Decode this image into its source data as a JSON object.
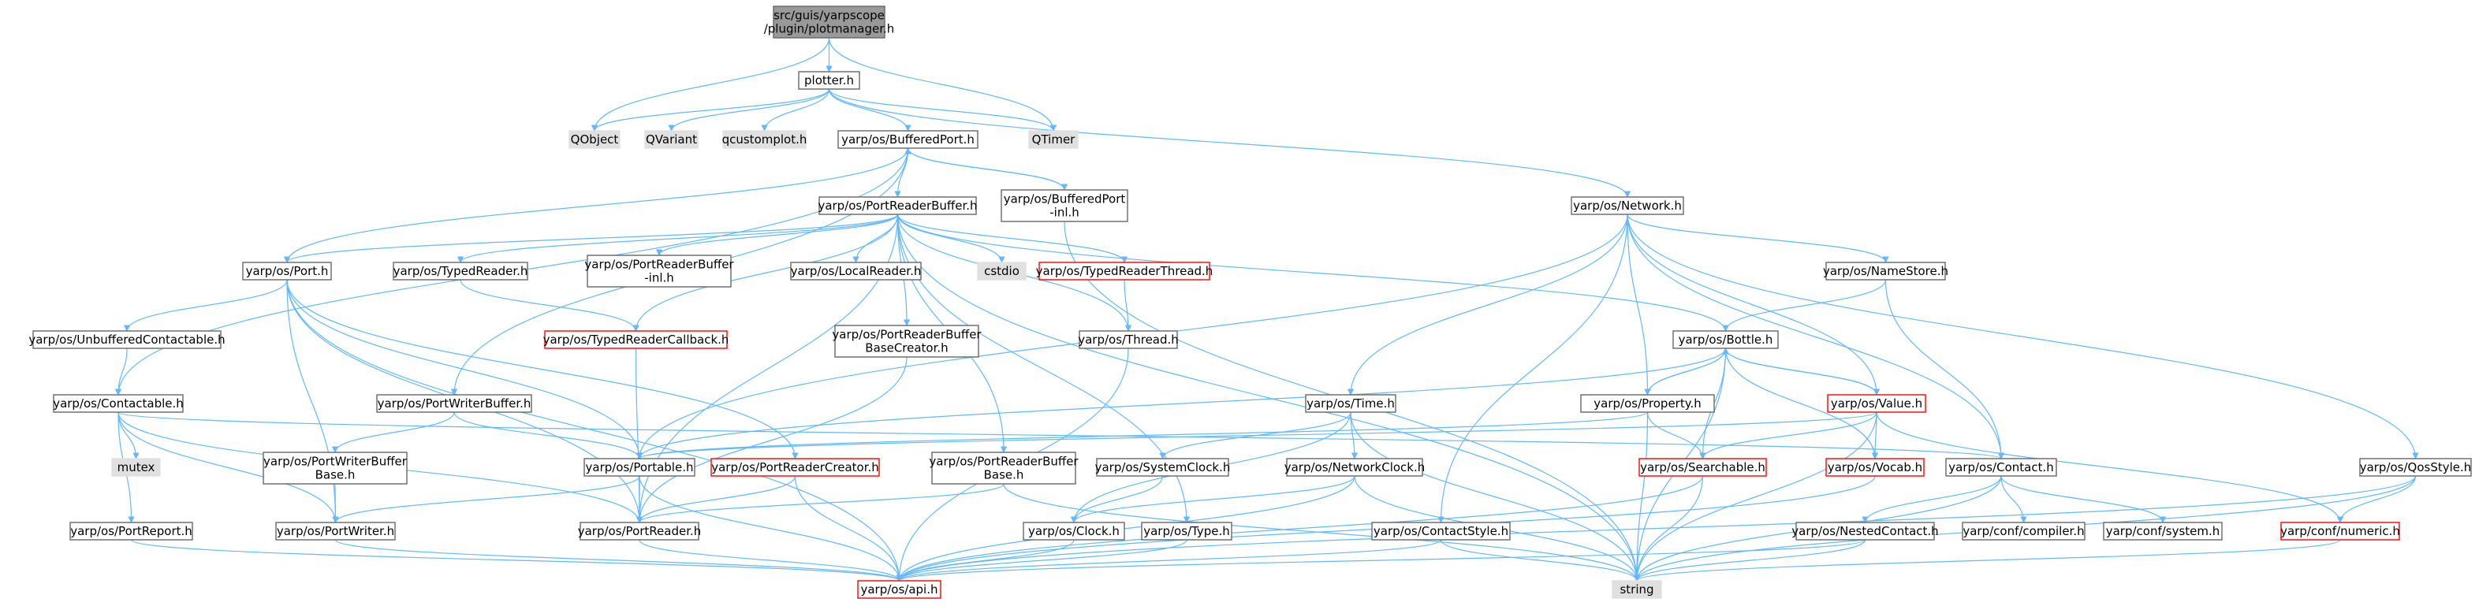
{
  "graph": {
    "colors": {
      "edge": "#63b8ff",
      "node_border": "#666666",
      "node_fill": "#ffffff",
      "focus_fill": "#999999",
      "focus_border": "#666666",
      "external_fill": "#e0e0e0",
      "external_border": "#e0e0e0",
      "truncated_border": "#ff0000"
    },
    "nodes": [
      {
        "id": "plotmanager",
        "lines": [
          "src/guis/yarpscope",
          "/plugin/plotmanager.h"
        ],
        "kind": "focus"
      },
      {
        "id": "plotter",
        "lines": [
          "plotter.h"
        ],
        "kind": "normal"
      },
      {
        "id": "qobject",
        "lines": [
          "QObject"
        ],
        "kind": "external"
      },
      {
        "id": "qvariant",
        "lines": [
          "QVariant"
        ],
        "kind": "external"
      },
      {
        "id": "qcustomplot",
        "lines": [
          "qcustomplot.h"
        ],
        "kind": "external"
      },
      {
        "id": "qtimer",
        "lines": [
          "QTimer"
        ],
        "kind": "external"
      },
      {
        "id": "bufferedport",
        "lines": [
          "yarp/os/BufferedPort.h"
        ],
        "kind": "normal"
      },
      {
        "id": "network",
        "lines": [
          "yarp/os/Network.h"
        ],
        "kind": "normal"
      },
      {
        "id": "portreaderbuffer",
        "lines": [
          "yarp/os/PortReaderBuffer.h"
        ],
        "kind": "normal"
      },
      {
        "id": "bufferedportinl",
        "lines": [
          "yarp/os/BufferedPort",
          "-inl.h"
        ],
        "kind": "normal"
      },
      {
        "id": "port",
        "lines": [
          "yarp/os/Port.h"
        ],
        "kind": "normal"
      },
      {
        "id": "typedreader",
        "lines": [
          "yarp/os/TypedReader.h"
        ],
        "kind": "normal"
      },
      {
        "id": "prbinl",
        "lines": [
          "yarp/os/PortReaderBuffer",
          "-inl.h"
        ],
        "kind": "normal"
      },
      {
        "id": "localreader",
        "lines": [
          "yarp/os/LocalReader.h"
        ],
        "kind": "normal"
      },
      {
        "id": "cstdio",
        "lines": [
          "cstdio"
        ],
        "kind": "external"
      },
      {
        "id": "typedreaderthread",
        "lines": [
          "yarp/os/TypedReaderThread.h"
        ],
        "kind": "truncated"
      },
      {
        "id": "namestore",
        "lines": [
          "yarp/os/NameStore.h"
        ],
        "kind": "normal"
      },
      {
        "id": "unbuffered",
        "lines": [
          "yarp/os/UnbufferedContactable.h"
        ],
        "kind": "normal"
      },
      {
        "id": "typedreadercallback",
        "lines": [
          "yarp/os/TypedReaderCallback.h"
        ],
        "kind": "truncated"
      },
      {
        "id": "prbcreator",
        "lines": [
          "yarp/os/PortReaderBuffer",
          "BaseCreator.h"
        ],
        "kind": "normal"
      },
      {
        "id": "thread",
        "lines": [
          "yarp/os/Thread.h"
        ],
        "kind": "normal"
      },
      {
        "id": "bottle",
        "lines": [
          "yarp/os/Bottle.h"
        ],
        "kind": "normal"
      },
      {
        "id": "contactable",
        "lines": [
          "yarp/os/Contactable.h"
        ],
        "kind": "normal"
      },
      {
        "id": "portwriterbuffer",
        "lines": [
          "yarp/os/PortWriterBuffer.h"
        ],
        "kind": "normal"
      },
      {
        "id": "time",
        "lines": [
          "yarp/os/Time.h"
        ],
        "kind": "normal"
      },
      {
        "id": "property",
        "lines": [
          "yarp/os/Property.h"
        ],
        "kind": "normal"
      },
      {
        "id": "value",
        "lines": [
          "yarp/os/Value.h"
        ],
        "kind": "truncated"
      },
      {
        "id": "mutex",
        "lines": [
          "mutex"
        ],
        "kind": "external"
      },
      {
        "id": "pwbbase",
        "lines": [
          "yarp/os/PortWriterBuffer",
          "Base.h"
        ],
        "kind": "normal"
      },
      {
        "id": "portable",
        "lines": [
          "yarp/os/Portable.h"
        ],
        "kind": "normal"
      },
      {
        "id": "portreadercreator",
        "lines": [
          "yarp/os/PortReaderCreator.h"
        ],
        "kind": "truncated"
      },
      {
        "id": "prbbase",
        "lines": [
          "yarp/os/PortReaderBuffer",
          "Base.h"
        ],
        "kind": "normal"
      },
      {
        "id": "systemclock",
        "lines": [
          "yarp/os/SystemClock.h"
        ],
        "kind": "normal"
      },
      {
        "id": "networkclock",
        "lines": [
          "yarp/os/NetworkClock.h"
        ],
        "kind": "normal"
      },
      {
        "id": "searchable",
        "lines": [
          "yarp/os/Searchable.h"
        ],
        "kind": "truncated"
      },
      {
        "id": "vocab",
        "lines": [
          "yarp/os/Vocab.h"
        ],
        "kind": "truncated"
      },
      {
        "id": "contact",
        "lines": [
          "yarp/os/Contact.h"
        ],
        "kind": "normal"
      },
      {
        "id": "qosstyle",
        "lines": [
          "yarp/os/QosStyle.h"
        ],
        "kind": "normal"
      },
      {
        "id": "portreport",
        "lines": [
          "yarp/os/PortReport.h"
        ],
        "kind": "normal"
      },
      {
        "id": "portwriter",
        "lines": [
          "yarp/os/PortWriter.h"
        ],
        "kind": "normal"
      },
      {
        "id": "portreader",
        "lines": [
          "yarp/os/PortReader.h"
        ],
        "kind": "normal"
      },
      {
        "id": "clock",
        "lines": [
          "yarp/os/Clock.h"
        ],
        "kind": "normal"
      },
      {
        "id": "type",
        "lines": [
          "yarp/os/Type.h"
        ],
        "kind": "normal"
      },
      {
        "id": "contactstyle",
        "lines": [
          "yarp/os/ContactStyle.h"
        ],
        "kind": "normal"
      },
      {
        "id": "nestedcontact",
        "lines": [
          "yarp/os/NestedContact.h"
        ],
        "kind": "normal"
      },
      {
        "id": "compiler",
        "lines": [
          "yarp/conf/compiler.h"
        ],
        "kind": "normal"
      },
      {
        "id": "system",
        "lines": [
          "yarp/conf/system.h"
        ],
        "kind": "normal"
      },
      {
        "id": "numeric",
        "lines": [
          "yarp/conf/numeric.h"
        ],
        "kind": "truncated"
      },
      {
        "id": "api",
        "lines": [
          "yarp/os/api.h"
        ],
        "kind": "truncated"
      },
      {
        "id": "string",
        "lines": [
          "string"
        ],
        "kind": "external"
      }
    ],
    "edges": [
      [
        "plotmanager",
        "plotter"
      ],
      [
        "plotmanager",
        "qobject"
      ],
      [
        "plotmanager",
        "qtimer"
      ],
      [
        "plotter",
        "qobject"
      ],
      [
        "plotter",
        "qvariant"
      ],
      [
        "plotter",
        "qcustomplot"
      ],
      [
        "plotter",
        "qtimer"
      ],
      [
        "plotter",
        "bufferedport"
      ],
      [
        "plotter",
        "network"
      ],
      [
        "bufferedport",
        "portreaderbuffer"
      ],
      [
        "bufferedport",
        "bufferedportinl"
      ],
      [
        "bufferedport",
        "port"
      ],
      [
        "bufferedport",
        "contactable"
      ],
      [
        "bufferedport",
        "portwriterbuffer"
      ],
      [
        "bufferedportinl",
        "bufferedport"
      ],
      [
        "bufferedportinl",
        "string"
      ],
      [
        "portreaderbuffer",
        "port"
      ],
      [
        "portreaderbuffer",
        "typedreader"
      ],
      [
        "portreaderbuffer",
        "prbinl"
      ],
      [
        "portreaderbuffer",
        "localreader"
      ],
      [
        "portreaderbuffer",
        "cstdio"
      ],
      [
        "portreaderbuffer",
        "typedreaderthread"
      ],
      [
        "portreaderbuffer",
        "typedreadercallback"
      ],
      [
        "portreaderbuffer",
        "prbcreator"
      ],
      [
        "portreaderbuffer",
        "thread"
      ],
      [
        "portreaderbuffer",
        "bottle"
      ],
      [
        "portreaderbuffer",
        "portreader"
      ],
      [
        "portreaderbuffer",
        "prbbase"
      ],
      [
        "portreaderbuffer",
        "type"
      ],
      [
        "portreaderbuffer",
        "string"
      ],
      [
        "port",
        "unbuffered"
      ],
      [
        "port",
        "portable"
      ],
      [
        "port",
        "portreadercreator"
      ],
      [
        "port",
        "portwriter"
      ],
      [
        "port",
        "portreader"
      ],
      [
        "port",
        "api"
      ],
      [
        "unbuffered",
        "contactable"
      ],
      [
        "contactable",
        "mutex"
      ],
      [
        "contactable",
        "portreport"
      ],
      [
        "contactable",
        "portwriter"
      ],
      [
        "contactable",
        "portreader"
      ],
      [
        "contactable",
        "contact"
      ],
      [
        "typedreader",
        "typedreadercallback"
      ],
      [
        "typedreadercallback",
        "portreader"
      ],
      [
        "typedreaderthread",
        "thread"
      ],
      [
        "thread",
        "api"
      ],
      [
        "prbcreator",
        "portreader"
      ],
      [
        "portwriterbuffer",
        "pwbbase"
      ],
      [
        "portwriterbuffer",
        "portable"
      ],
      [
        "pwbbase",
        "portwriter"
      ],
      [
        "network",
        "namestore"
      ],
      [
        "network",
        "contact"
      ],
      [
        "network",
        "portable"
      ],
      [
        "network",
        "time"
      ],
      [
        "network",
        "property"
      ],
      [
        "network",
        "value"
      ],
      [
        "network",
        "contactstyle"
      ],
      [
        "network",
        "qosstyle"
      ],
      [
        "namestore",
        "bottle"
      ],
      [
        "namestore",
        "contact"
      ],
      [
        "bottle",
        "portable"
      ],
      [
        "bottle",
        "searchable"
      ],
      [
        "bottle",
        "value"
      ],
      [
        "bottle",
        "property"
      ],
      [
        "bottle",
        "vocab"
      ],
      [
        "bottle",
        "string"
      ],
      [
        "property",
        "bottle"
      ],
      [
        "property",
        "portable"
      ],
      [
        "property",
        "searchable"
      ],
      [
        "property",
        "string"
      ],
      [
        "value",
        "bottle"
      ],
      [
        "value",
        "portable"
      ],
      [
        "value",
        "searchable"
      ],
      [
        "value",
        "vocab"
      ],
      [
        "value",
        "numeric"
      ],
      [
        "value",
        "string"
      ],
      [
        "time",
        "systemclock"
      ],
      [
        "time",
        "networkclock"
      ],
      [
        "time",
        "clock"
      ],
      [
        "time",
        "string"
      ],
      [
        "systemclock",
        "clock"
      ],
      [
        "networkclock",
        "clock"
      ],
      [
        "networkclock",
        "api"
      ],
      [
        "networkclock",
        "string"
      ],
      [
        "clock",
        "api"
      ],
      [
        "type",
        "api"
      ],
      [
        "portable",
        "portreader"
      ],
      [
        "portable",
        "portwriter"
      ],
      [
        "portable",
        "api"
      ],
      [
        "portreadercreator",
        "portreader"
      ],
      [
        "portreadercreator",
        "api"
      ],
      [
        "prbbase",
        "portreader"
      ],
      [
        "prbbase",
        "string"
      ],
      [
        "searchable",
        "api"
      ],
      [
        "searchable",
        "string"
      ],
      [
        "vocab",
        "api"
      ],
      [
        "contact",
        "nestedcontact"
      ],
      [
        "contact",
        "compiler"
      ],
      [
        "contact",
        "system"
      ],
      [
        "contact",
        "string"
      ],
      [
        "nestedcontact",
        "api"
      ],
      [
        "nestedcontact",
        "string"
      ],
      [
        "contactstyle",
        "api"
      ],
      [
        "contactstyle",
        "string"
      ],
      [
        "qosstyle",
        "numeric"
      ],
      [
        "qosstyle",
        "api"
      ],
      [
        "qosstyle",
        "string"
      ],
      [
        "numeric",
        "string"
      ],
      [
        "portreport",
        "api"
      ],
      [
        "portwriter",
        "api"
      ],
      [
        "portreader",
        "api"
      ]
    ]
  }
}
